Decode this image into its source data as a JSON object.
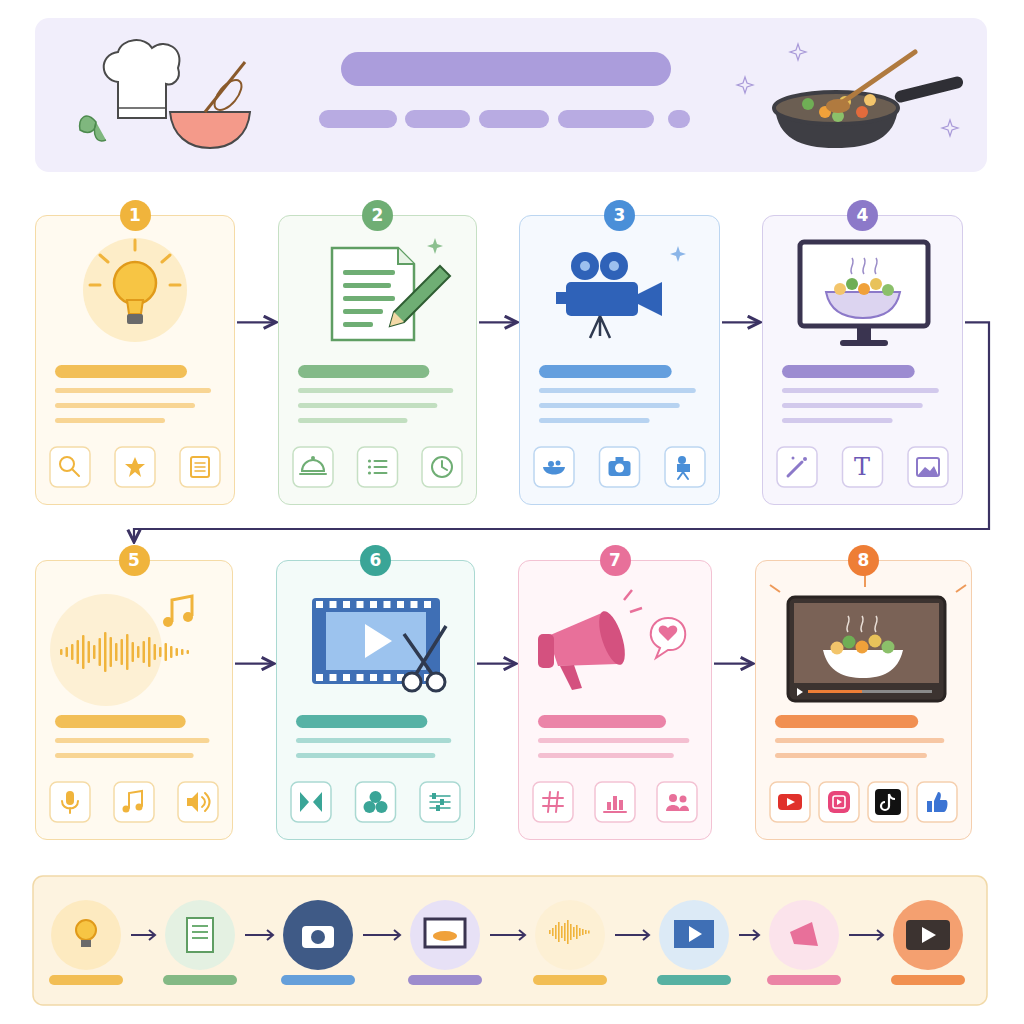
{
  "diagram": {
    "nodes": [
      {
        "text": [
          "1"
        ]
      },
      {
        "text": [
          "2"
        ]
      },
      {
        "text": [
          "3"
        ]
      },
      {
        "text": [
          "4"
        ]
      },
      {
        "text": [
          "5"
        ]
      },
      {
        "text": [
          "6"
        ]
      },
      {
        "text": [
          "7"
        ]
      },
      {
        "text": [
          "8"
        ]
      }
    ],
    "edges": [
      {
        "from": 0,
        "to": 1,
        "arrow": "to"
      },
      {
        "from": 1,
        "to": 2,
        "arrow": "to"
      },
      {
        "from": 2,
        "to": 3,
        "arrow": "to"
      },
      {
        "from": 3,
        "to": 4,
        "arrow": "to"
      },
      {
        "from": 4,
        "to": 5,
        "arrow": "to"
      },
      {
        "from": 5,
        "to": 6,
        "arrow": "to"
      },
      {
        "from": 6,
        "to": 7,
        "arrow": "to"
      }
    ],
    "labels": [
      "T"
    ]
  }
}
